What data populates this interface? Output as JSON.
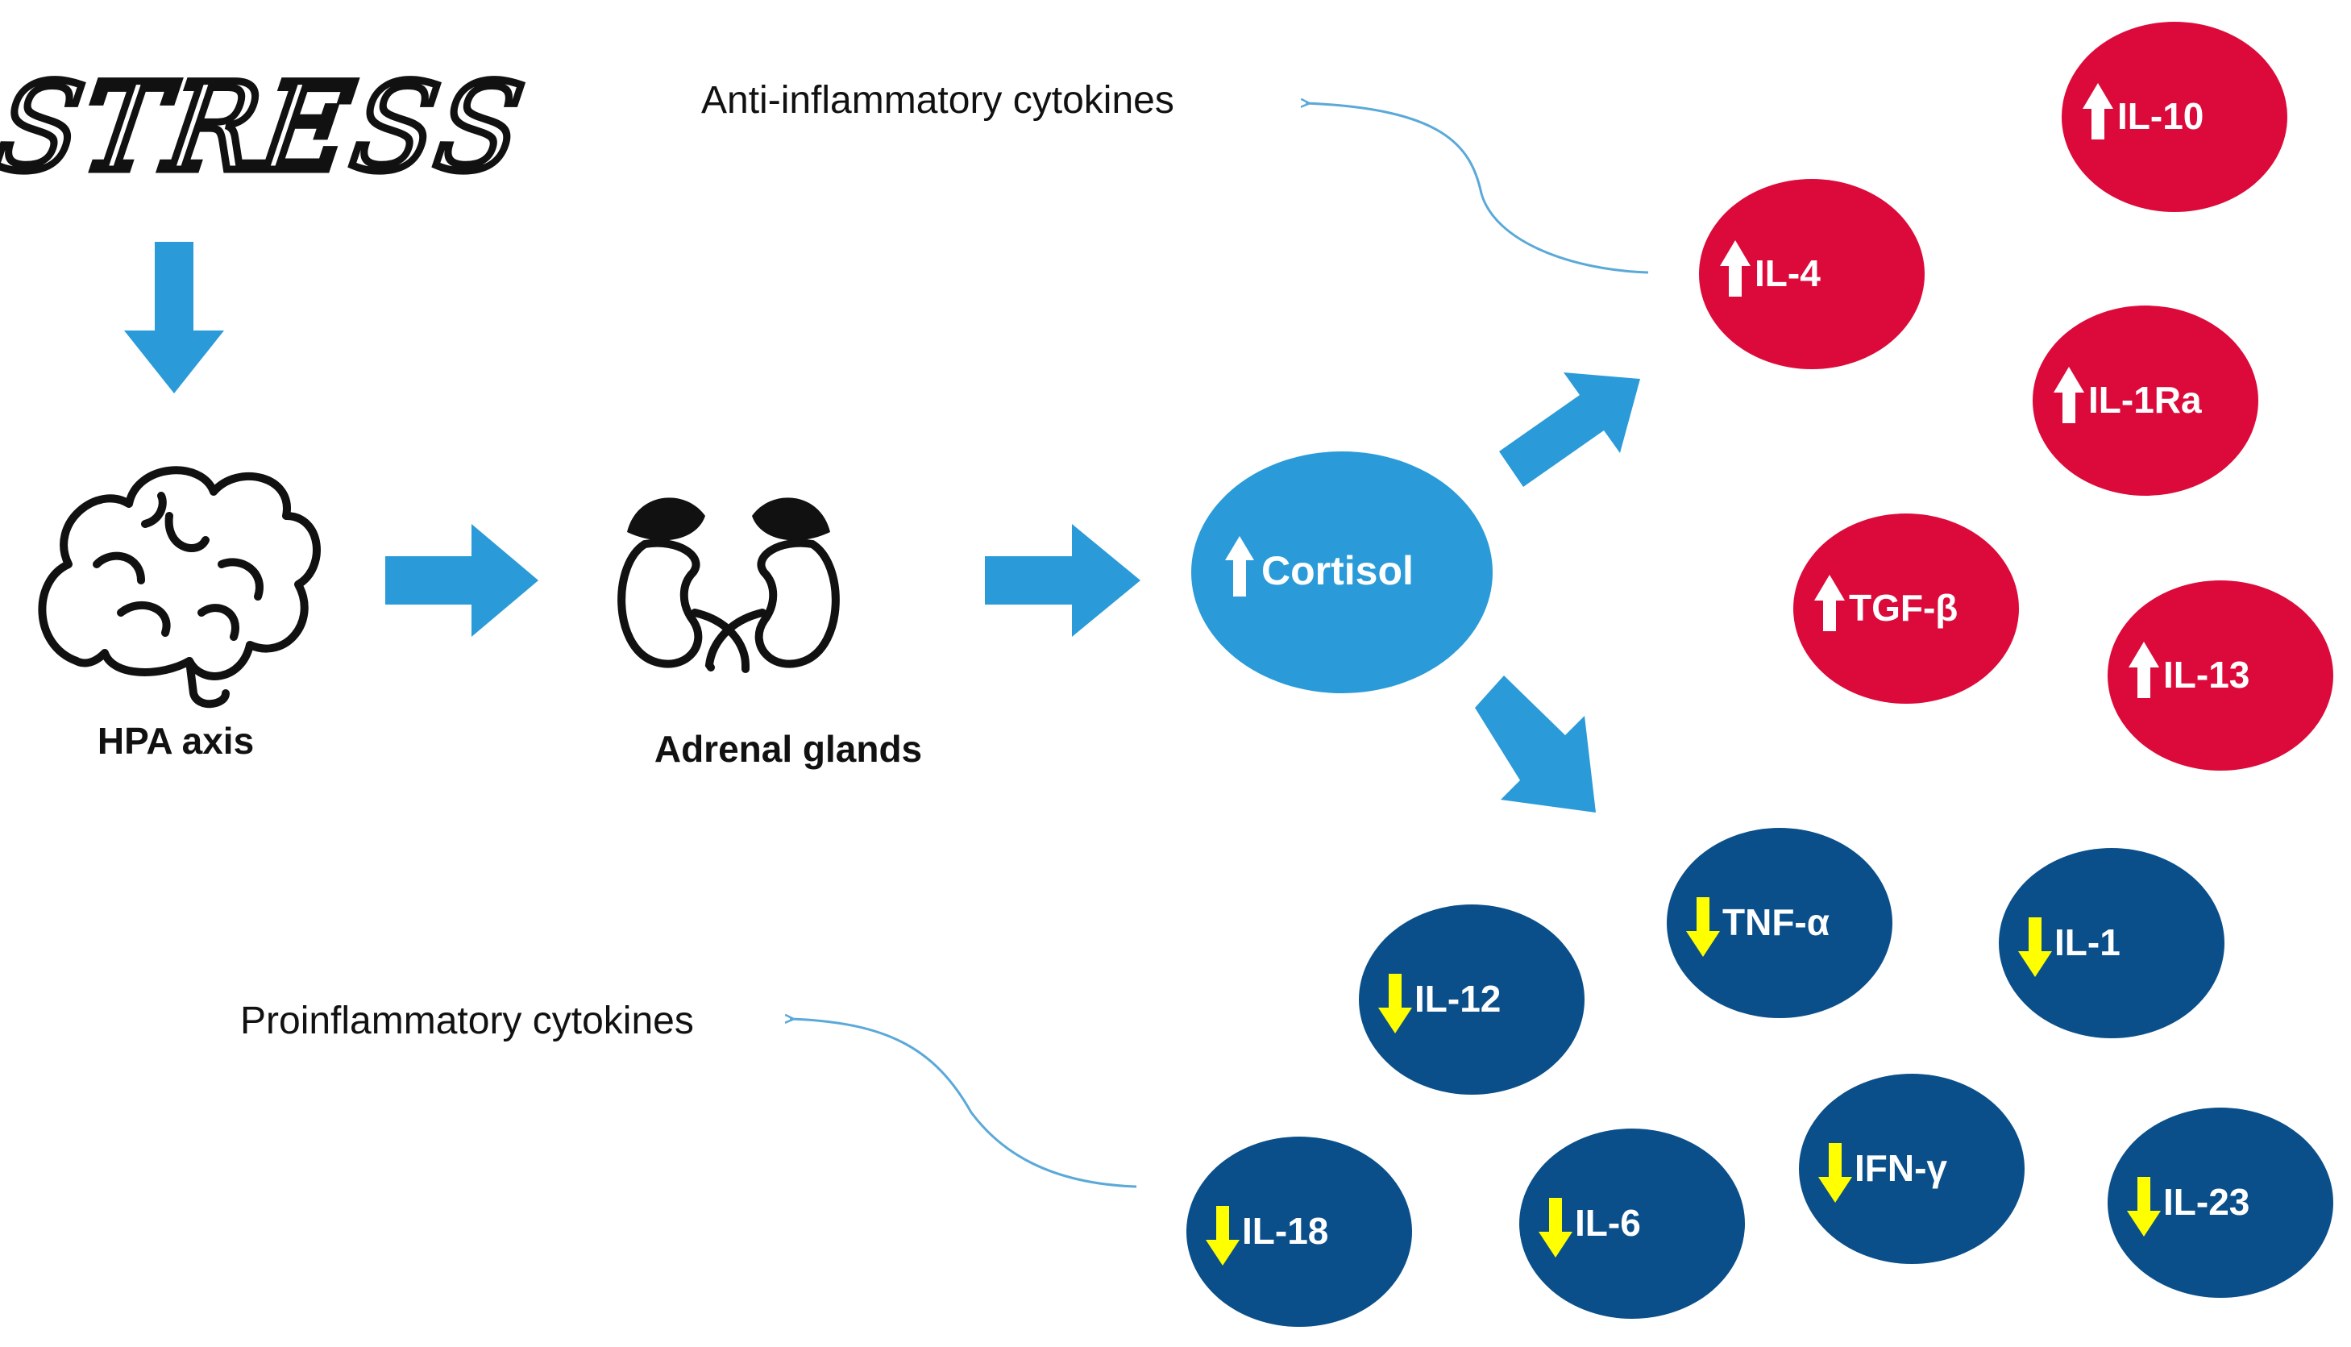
{
  "stress_label": "STRESS",
  "hpa_label": "HPA axis",
  "adrenal_label": "Adrenal glands",
  "cortisol_label": "Cortisol",
  "anti_label": "Anti-inflammatory cytokines",
  "pro_label": "Proinflammatory cytokines",
  "anti_cytokines": [
    "IL-10",
    "IL-4",
    "IL-1Ra",
    "TGF-β",
    "IL-13"
  ],
  "pro_cytokines": [
    "TNF-α",
    "IL-1",
    "IL-12",
    "IFN-γ",
    "IL-23",
    "IL-18",
    "IL-6"
  ],
  "colors": {
    "arrow_blue": "#2a9bd8",
    "cortisol_blue": "#2a9bd8",
    "anti_red": "#dc0a3a",
    "pro_navy": "#0a4f8a",
    "down_arrow_yellow": "#ffff00",
    "up_arrow_white": "#ffffff",
    "adrenal_black": "#111111",
    "connector": "#5aa9d9"
  },
  "icons": {
    "brain": "brain-icon",
    "kidneys": "kidneys-icon",
    "up_arrow": "up-arrow-icon",
    "down_arrow": "down-arrow-icon"
  }
}
